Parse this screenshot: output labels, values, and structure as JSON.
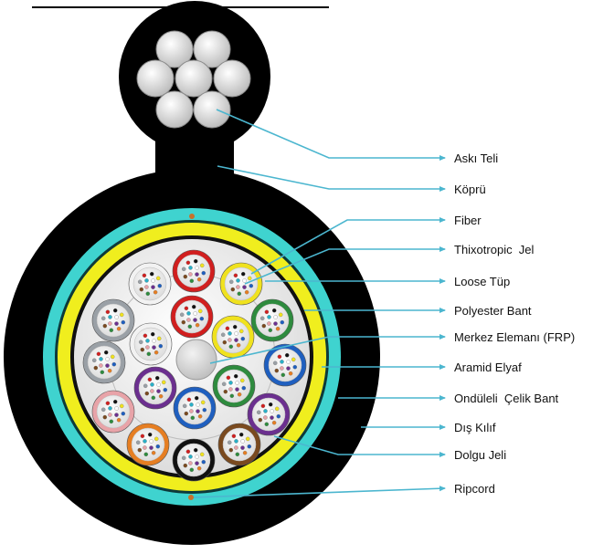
{
  "labels": {
    "aski_teli": "Askı Teli",
    "kopru": "Köprü",
    "fiber": "Fiber",
    "thixotropic_jel": "Thixotropic  Jel",
    "loose_tup": "Loose Tüp",
    "polyester_bant": "Polyester Bant",
    "merkez_elemani": "Merkez Elemanı (FRP)",
    "aramid_elyaf": "Aramid Elyaf",
    "onduleli_celik_bant": "Ondüleli  Çelik Bant",
    "dis_kilif": "Dış Kılıf",
    "dolgu_jeli": "Dolgu Jeli",
    "ripcord": "Ripcord"
  },
  "colors": {
    "jacket": "#000000",
    "aqua_layer": "#3fd3cf",
    "yellow_layer": "#f0ee1e",
    "callout_line": "#4bb6cf",
    "messenger_wire": "#d9d9d9",
    "tube_colors": [
      "#1f5fbf",
      "#e67e22",
      "#2e8b3e",
      "#7a4a1f",
      "#9aa0a6",
      "#f2f2f2",
      "#d11f1f",
      "#111111",
      "#f0e21e",
      "#6b2f8f",
      "#e8a3a8",
      "#2ab0c8"
    ]
  }
}
